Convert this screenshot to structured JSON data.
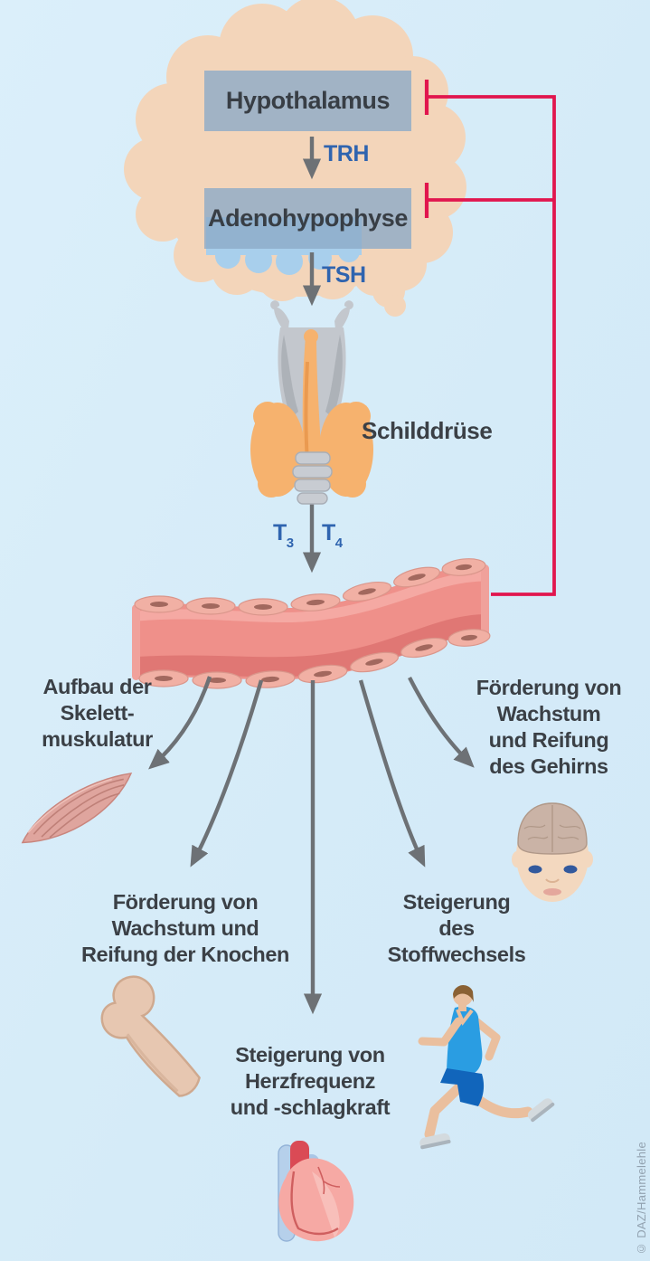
{
  "diagram": {
    "nodes": {
      "hypothalamus": "Hypothalamus",
      "adenohypophyse": "Adenohypophyse",
      "schilddruese": "Schilddrüse"
    },
    "hormones": {
      "trh": "TRH",
      "tsh": "TSH",
      "t3_base": "T",
      "t3_sub": "3",
      "t4_base": "T",
      "t4_sub": "4"
    },
    "effects": {
      "muscle": {
        "lines": [
          "Aufbau der",
          "Skelett-",
          "muskulatur"
        ]
      },
      "brain_growth": {
        "lines": [
          "Förderung von",
          "Wachstum",
          "und Reifung",
          "des Gehirns"
        ]
      },
      "bone": {
        "lines": [
          "Förderung von",
          "Wachstum und",
          "Reifung der Knochen"
        ]
      },
      "metabolism": {
        "lines": [
          "Steigerung",
          "des",
          "Stoffwechsels"
        ]
      },
      "heart": {
        "lines": [
          "Steigerung von",
          "Herzfrequenz",
          "und -schlagkraft"
        ]
      }
    },
    "credit": "© DAZ/Hammelehle",
    "colors": {
      "background": "#d5ebf8",
      "brain_peach": "#f3d5ba",
      "pituitary_blue": "#a8cfec",
      "node_box": "#a0b2c5",
      "feedback_red": "#e1164e",
      "hormone_blue": "#2f64af",
      "arrow_gray": "#6d7175",
      "vessel_salmon": "#ef908a",
      "thyroid_orange": "#f6b26e",
      "label_dark": "#3b4046"
    }
  }
}
